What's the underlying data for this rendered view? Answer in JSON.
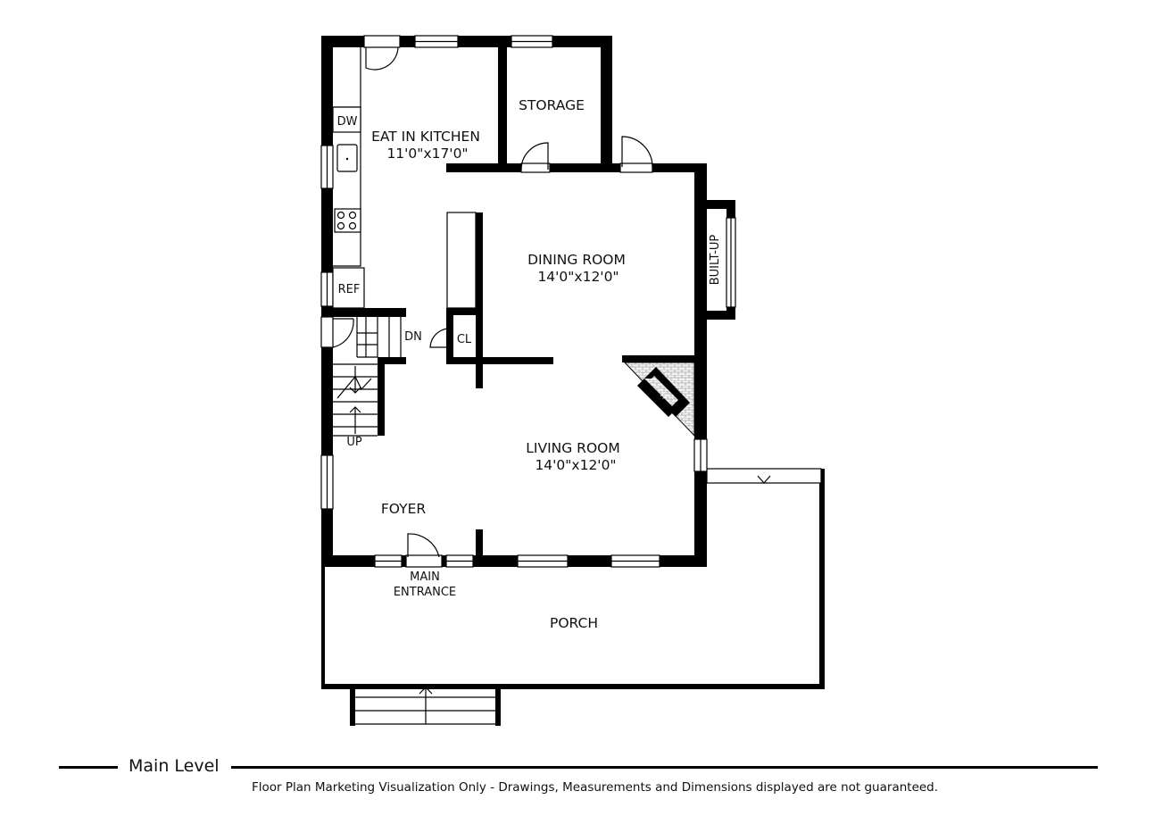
{
  "plan": {
    "rooms": {
      "kitchen_name": "EAT IN KITCHEN",
      "kitchen_size": "11'0\"x17'0\"",
      "storage_name": "STORAGE",
      "dining_name": "DINING ROOM",
      "dining_size": "14'0\"x12'0\"",
      "living_name": "LIVING ROOM",
      "living_size": "14'0\"x12'0\"",
      "foyer_name": "FOYER",
      "porch_name": "PORCH"
    },
    "fixtures": {
      "dw": "DW",
      "ref": "REF",
      "cl": "CL",
      "dn": "DN",
      "up": "UP",
      "built_up": "BUILT-UP",
      "fp": "FP",
      "main_entrance_line1": "MAIN",
      "main_entrance_line2": "ENTRANCE"
    }
  },
  "footer": {
    "level_title": "Main Level",
    "disclaimer": "Floor Plan Marketing Visualization Only - Drawings, Measurements and Dimensions displayed are not guaranteed."
  }
}
